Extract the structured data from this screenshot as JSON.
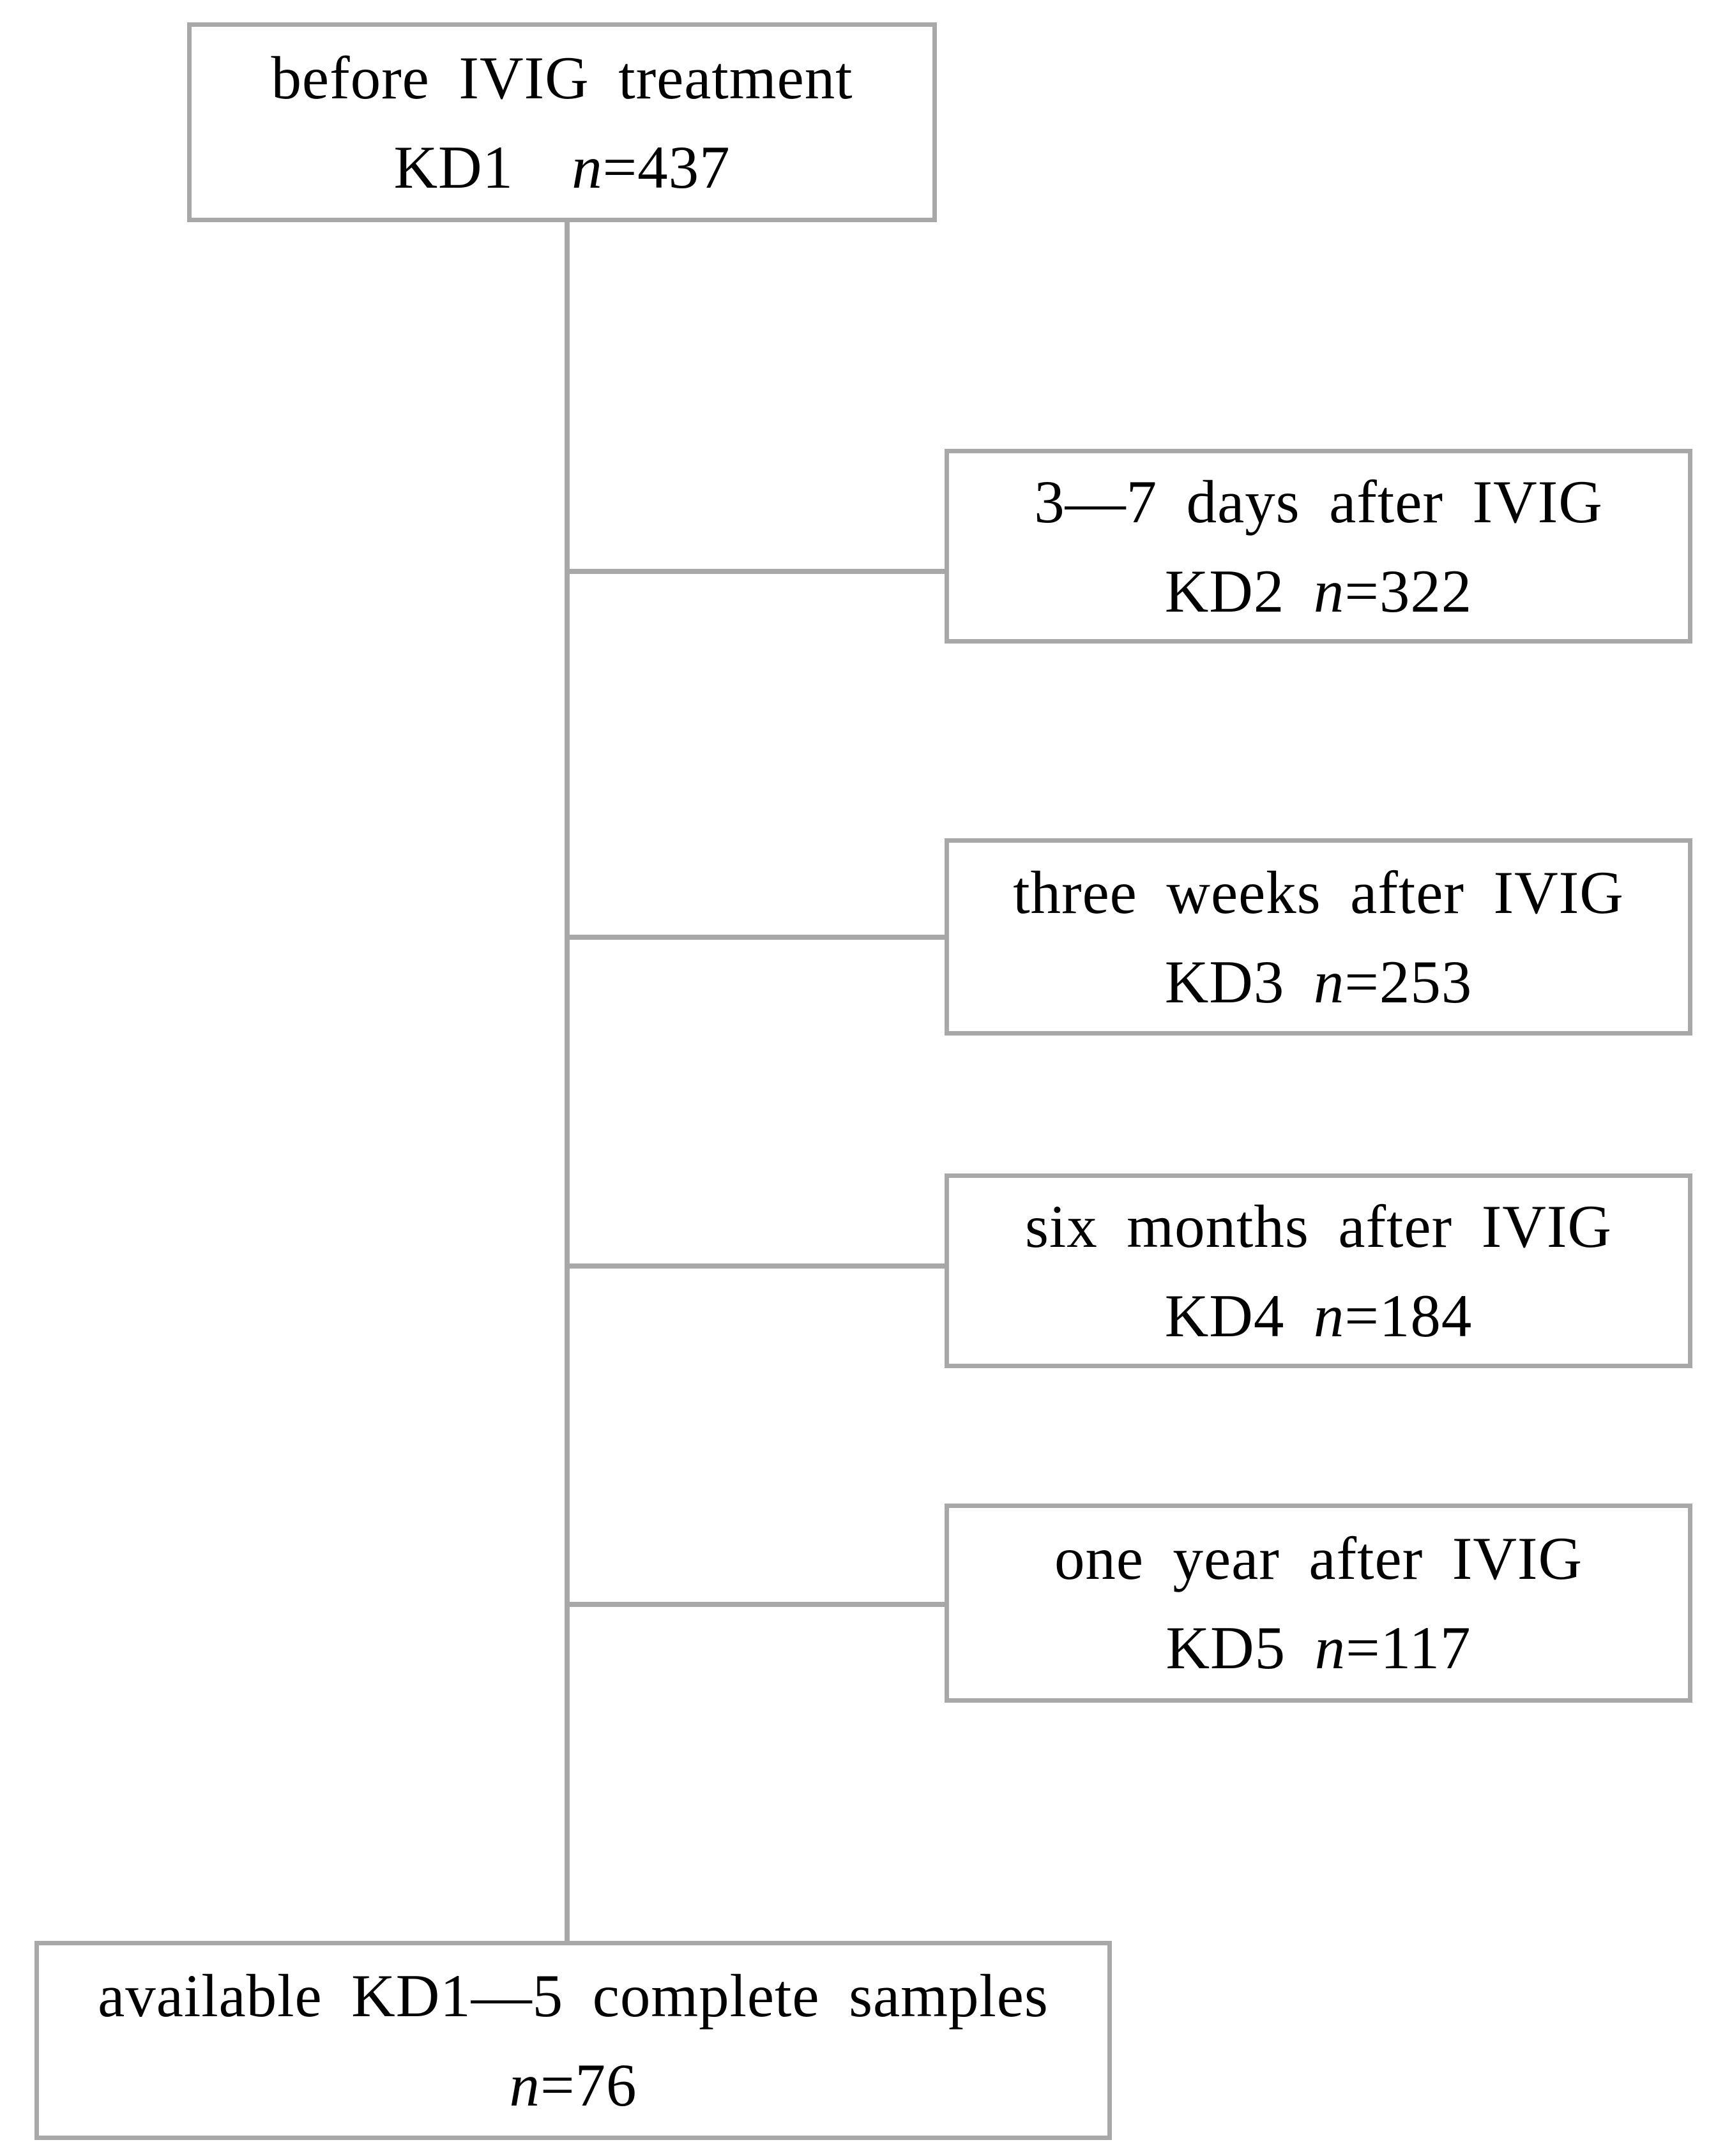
{
  "figure": {
    "type": "flowchart",
    "background": "#ffffff",
    "line_color": "#a8a8a8",
    "text_color": "#000000"
  },
  "nodes": [
    {
      "id": "kd1",
      "line1": "before IVIG treatment",
      "prefix": "KD1  ",
      "n": "n",
      "value": "=437"
    },
    {
      "id": "kd2",
      "line1": "3—7 days after IVIG",
      "prefix": "KD2 ",
      "n": "n",
      "value": "=322"
    },
    {
      "id": "kd3",
      "line1": "three weeks after IVIG",
      "prefix": "KD3 ",
      "n": "n",
      "value": "=253"
    },
    {
      "id": "kd4",
      "line1": "six months after IVIG",
      "prefix": "KD4 ",
      "n": "n",
      "value": "=184"
    },
    {
      "id": "kd5",
      "line1": "one year after IVIG",
      "prefix": "KD5 ",
      "n": "n",
      "value": "=117"
    },
    {
      "id": "final",
      "line1": "available KD1—5 complete samples",
      "prefix": "",
      "n": "n",
      "value": "=76"
    }
  ],
  "edges": [
    {
      "from": "kd1",
      "to": "kd2"
    },
    {
      "from": "kd1",
      "to": "kd3"
    },
    {
      "from": "kd1",
      "to": "kd4"
    },
    {
      "from": "kd1",
      "to": "kd5"
    },
    {
      "from": "kd1",
      "to": "final"
    }
  ]
}
